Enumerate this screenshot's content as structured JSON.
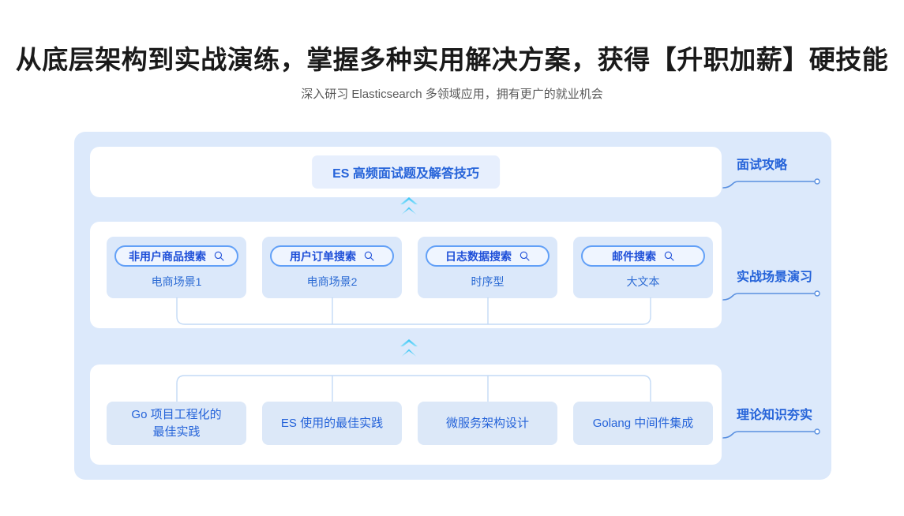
{
  "header": {
    "title": "从底层架构到实战演练，掌握多种实用解决方案，获得【升职加薪】硬技能",
    "subtitle": "深入研习 Elasticsearch 多领域应用，拥有更广的就业机会"
  },
  "colors": {
    "panel_bg": "#dce9fb",
    "card_bg": "#ffffff",
    "accent": "#2563d9",
    "pill_border": "#62a0f7",
    "pill_bg": "#eff5ff",
    "scene_bg": "#dbe8fa",
    "chevron": "#4fc3f7",
    "connector": "#bcd7f5",
    "title_color": "#1a1a1a",
    "subtitle_color": "#5a5a5a"
  },
  "sections": [
    {
      "id": "interview",
      "branch_label": "面试攻略",
      "items": [
        {
          "label": "ES 高频面试题及解答技巧"
        }
      ]
    },
    {
      "id": "practice",
      "branch_label": "实战场景演习",
      "items": [
        {
          "label": "非用户商品搜索",
          "icon": "search-icon",
          "sub": "电商场景1"
        },
        {
          "label": "用户订单搜索",
          "icon": "search-icon",
          "sub": "电商场景2"
        },
        {
          "label": "日志数据搜索",
          "icon": "search-icon",
          "sub": "时序型"
        },
        {
          "label": "邮件搜索",
          "icon": "search-icon",
          "sub": "大文本"
        }
      ]
    },
    {
      "id": "theory",
      "branch_label": "理论知识夯实",
      "items": [
        {
          "label": "Go 项目工程化的\n最佳实践"
        },
        {
          "label": "ES 使用的最佳实践"
        },
        {
          "label": "微服务架构设计"
        },
        {
          "label": "Golang 中间件集成"
        }
      ]
    }
  ],
  "flow": {
    "arrow_up_1": "double-chevron-up-icon",
    "arrow_up_2": "double-chevron-up-icon"
  }
}
